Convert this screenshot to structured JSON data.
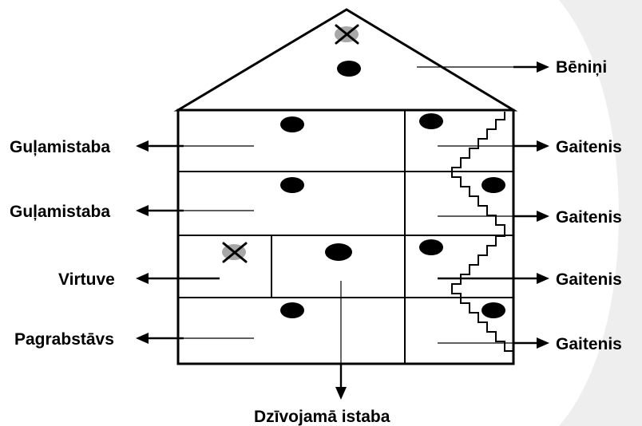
{
  "labels": {
    "attic": "Bēniņi",
    "bedroom_upper": "Guļamistaba",
    "bedroom_lower": "Guļamistaba",
    "kitchen": "Virtuve",
    "basement": "Pagrabstāvs",
    "living_room": "Dzīvojamā istaba",
    "hallway_1": "Gaitenis",
    "hallway_2": "Gaitenis",
    "hallway_3": "Gaitenis",
    "hallway_4": "Gaitenis"
  },
  "colors": {
    "lines": "#000000",
    "background_shape": "#eeeeee",
    "cross_mark_blob": "#a8a8a8"
  }
}
